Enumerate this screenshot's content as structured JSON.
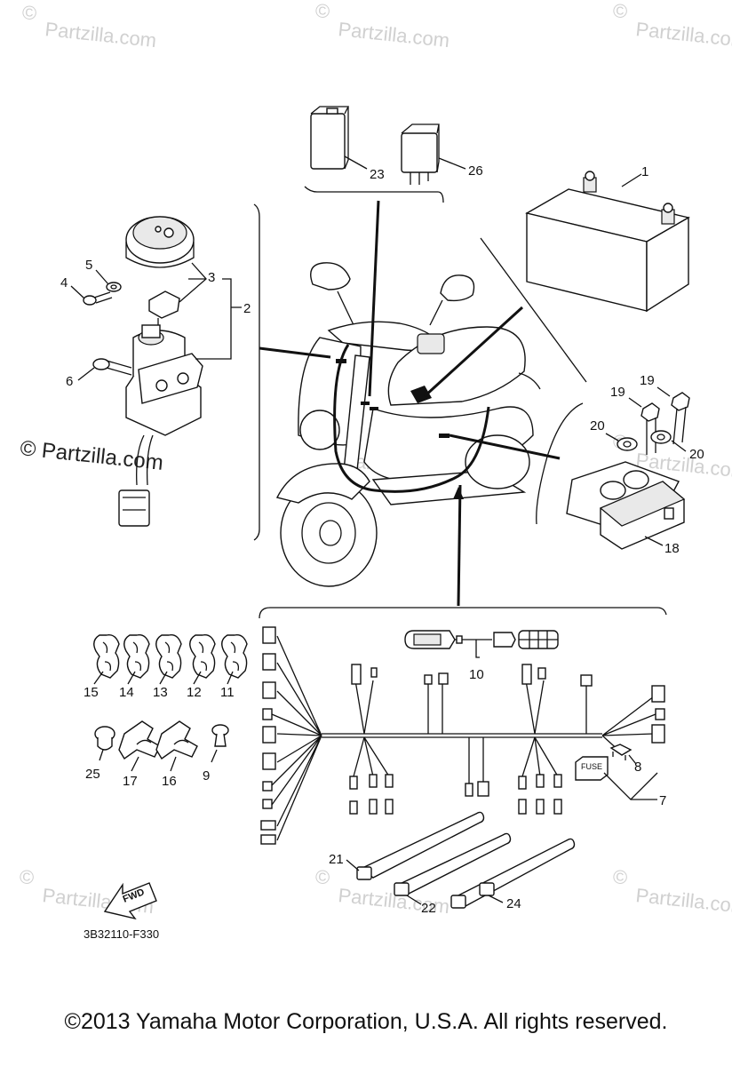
{
  "watermark": {
    "text": "Partzilla.com",
    "symbol": "©",
    "color": "#d0d0d0"
  },
  "watermark_dark": "© Partzilla.com",
  "fwd_label": "FWD",
  "fuse_label": "FUSE",
  "diagram_code": "3B32110-F330",
  "copyright": "©2013  Yamaha Motor Corporation, U.S.A. All rights reserved.",
  "callouts": {
    "c1": "1",
    "c2": "2",
    "c3": "3",
    "c4": "4",
    "c5": "5",
    "c6": "6",
    "c7": "7",
    "c8": "8",
    "c9": "9",
    "c10": "10",
    "c11": "11",
    "c12": "12",
    "c13": "13",
    "c14": "14",
    "c15": "15",
    "c16": "16",
    "c17": "17",
    "c18": "18",
    "c19a": "19",
    "c19b": "19",
    "c20a": "20",
    "c20b": "20",
    "c21": "21",
    "c22": "22",
    "c23": "23",
    "c24": "24",
    "c25": "25",
    "c26": "26"
  }
}
